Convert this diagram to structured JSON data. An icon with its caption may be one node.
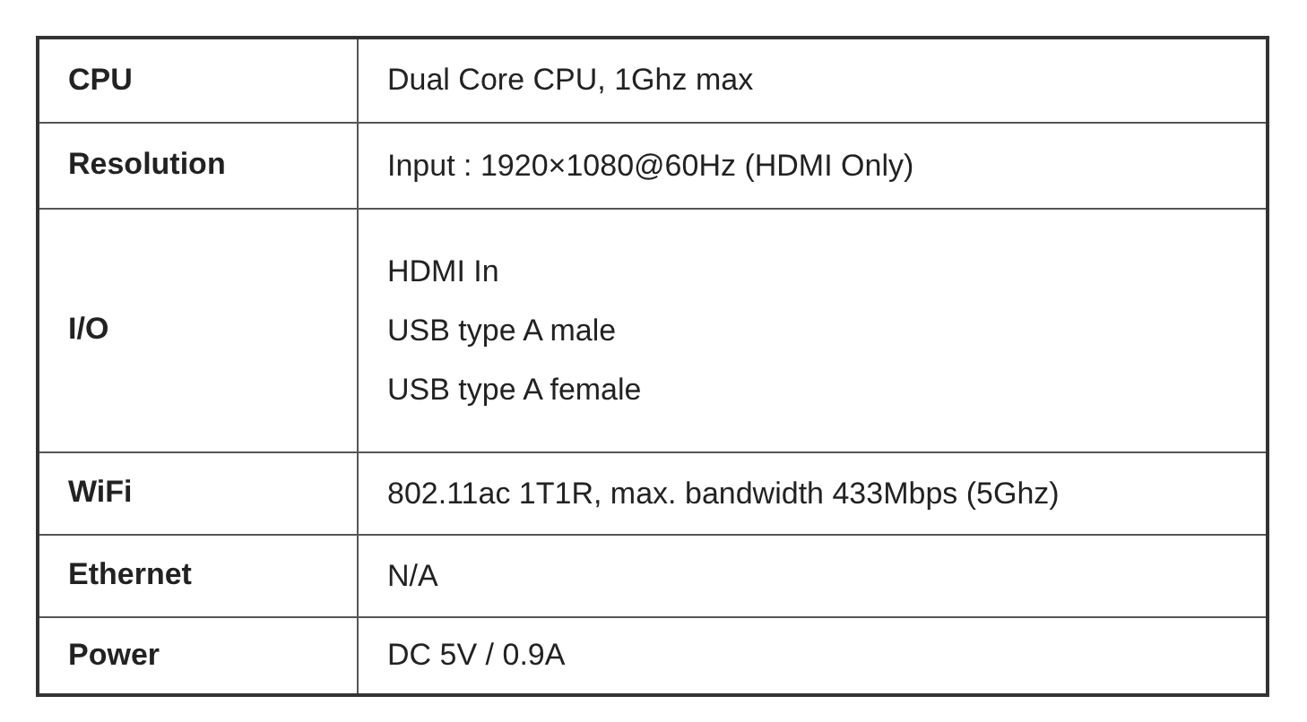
{
  "diagram": {
    "labels": [
      "CPU",
      "Dual Core CPU, 1Ghz max",
      "Resolution",
      "Input : 1920×1080@60Hz (HDMI Only)",
      "I/O",
      "HDMI In",
      "USB type A male",
      "USB type A female",
      "WiFi",
      "802.11ac 1T1R, max. bandwidth 433Mbps (5Ghz)",
      "Ethernet",
      "N/A",
      "Power",
      "DC 5V / 0.9A"
    ]
  }
}
